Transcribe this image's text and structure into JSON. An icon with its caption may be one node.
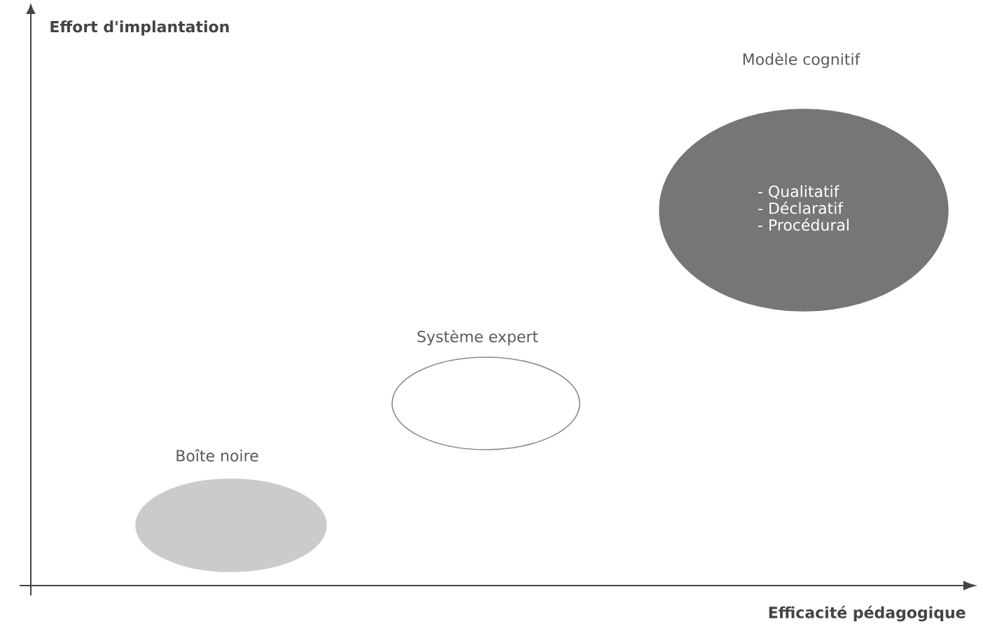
{
  "diagram": {
    "nodes": [
      {
        "text": [
          "Boîte noire"
        ]
      },
      {
        "text": [
          "Système expert"
        ]
      },
      {
        "text": [
          "Modèle cognitif",
          "- Qualitatif",
          "- Déclaratif",
          "- Procédural"
        ]
      }
    ],
    "labels": [
      "Effort d'implantation",
      "Efficacité pédagogique"
    ]
  }
}
